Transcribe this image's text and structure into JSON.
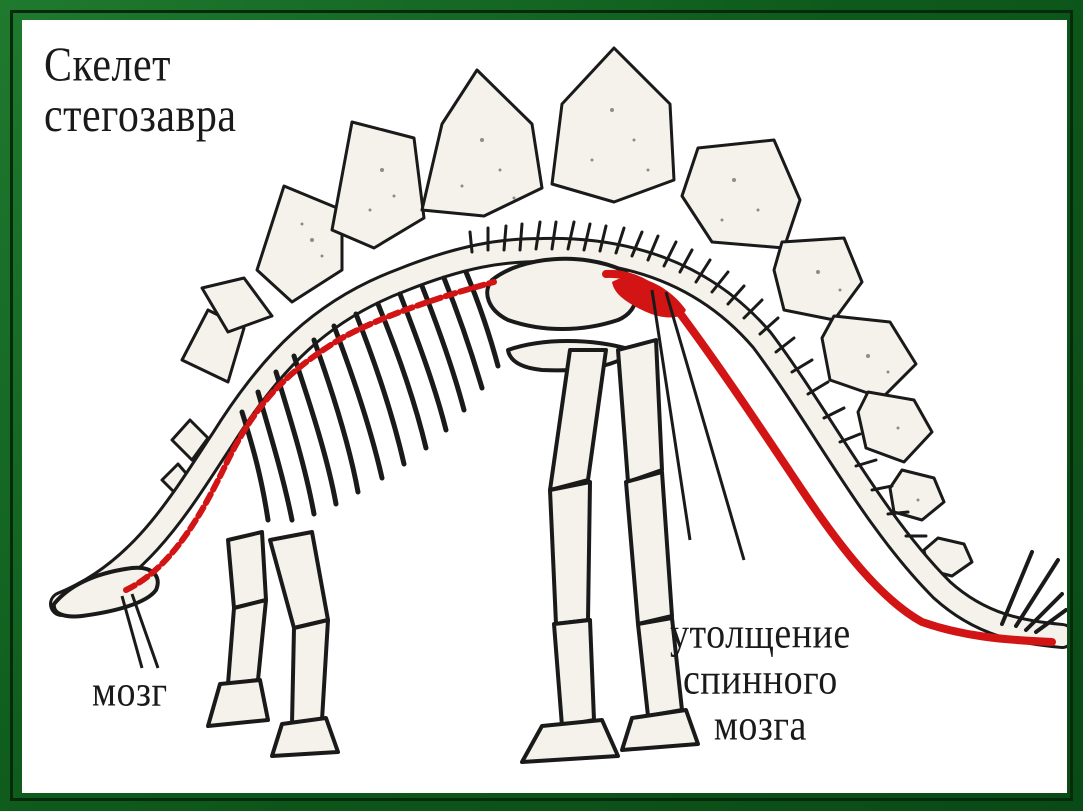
{
  "title": {
    "line1": "Скелет",
    "line2": "стегозавра"
  },
  "labels": {
    "brain": "мозг",
    "cord_line1": "утолщение",
    "cord_line2": "спинного",
    "cord_line3": "мозга"
  },
  "colors": {
    "frame": "#0e5a1c",
    "paper": "#ffffff",
    "ink": "#1a1a1a",
    "nerve": "#d21414",
    "bone": "#f4f2ea"
  }
}
